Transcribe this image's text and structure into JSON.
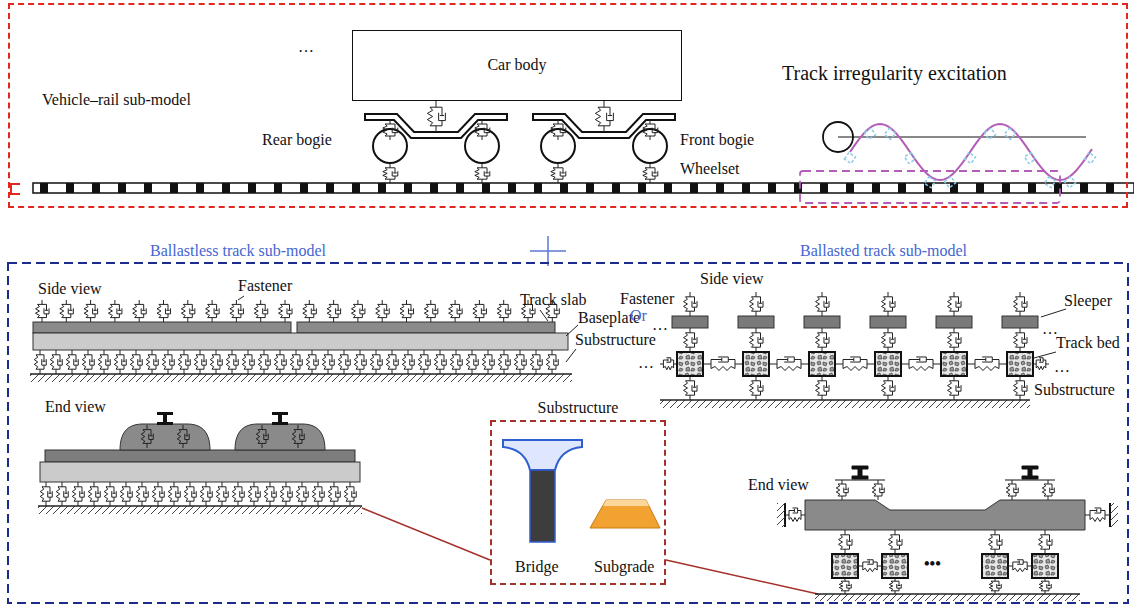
{
  "diagram": {
    "nodes": [
      {
        "text": [
          "Vehicle–rail sub-model"
        ]
      },
      {
        "text": [
          "Car body"
        ],
        "in": 0
      },
      {
        "text": [
          "Substructure"
        ]
      }
    ],
    "labels": [
      "…",
      "Rear bogie",
      "Front bogie",
      "Wheelset",
      "Track irregularity excitation",
      "Ballastless track sub-model",
      "Ballasted track sub-model",
      "Side view",
      "Fastener",
      "Track slab",
      "Baseplate",
      "Substructure",
      "Side view",
      "Fastener",
      "Or",
      "…",
      "Sleeper",
      "…",
      "…",
      "Track bed",
      "…",
      "Substructure",
      "End view",
      "Bridge",
      "Subgrade",
      "End view",
      "•••"
    ]
  }
}
